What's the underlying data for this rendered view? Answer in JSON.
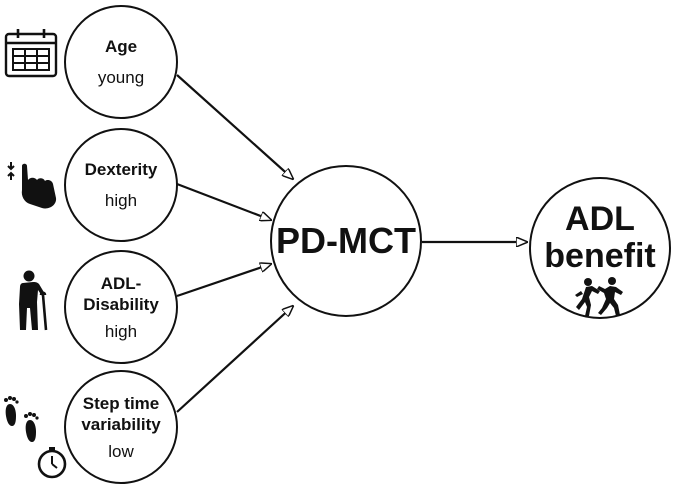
{
  "inputs": [
    {
      "title": "Age",
      "value": "young",
      "icon": "calendar-icon"
    },
    {
      "title": "Dexterity",
      "value": "high",
      "icon": "hand-pinch-icon"
    },
    {
      "title": "ADL-\nDisability",
      "value": "high",
      "icon": "elderly-person-cane-icon"
    },
    {
      "title": "Step time\nvariability",
      "value": "low",
      "icon": "footprints-stopwatch-icon"
    }
  ],
  "center": {
    "label": "PD-MCT"
  },
  "outcome": {
    "label": "ADL\nbenefit",
    "icon": "people-exercising-icon"
  },
  "colors": {
    "stroke": "#111111",
    "fill": "#111111",
    "background": "#ffffff"
  }
}
